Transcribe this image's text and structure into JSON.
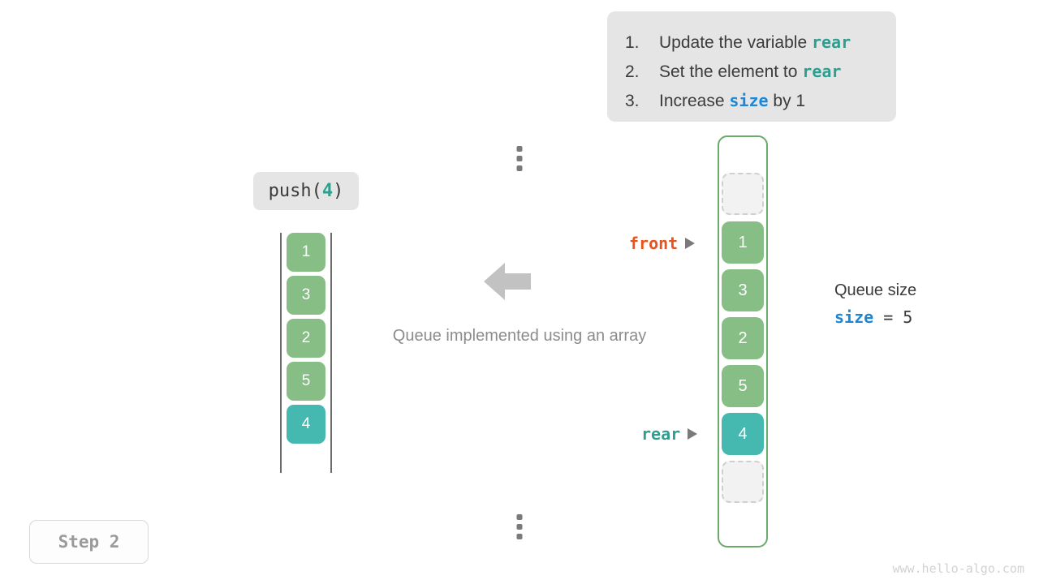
{
  "instructions": {
    "steps": [
      {
        "num": "1.",
        "pre": "Update the variable ",
        "code": "rear",
        "code_kind": "rear",
        "post": ""
      },
      {
        "num": "2.",
        "pre": "Set the element to ",
        "code": "rear",
        "code_kind": "rear",
        "post": ""
      },
      {
        "num": "3.",
        "pre": "Increase ",
        "code": "size",
        "code_kind": "size",
        "post": " by 1"
      }
    ]
  },
  "operation": {
    "prefix": "push(",
    "argument": "4",
    "suffix": ")"
  },
  "left_array": {
    "values": [
      "1",
      "3",
      "2",
      "5",
      "4"
    ],
    "highlight_index": 4
  },
  "center": {
    "caption": "Queue implemented using an array",
    "arrow": "arrow-left-icon"
  },
  "queue": {
    "slots": [
      {
        "kind": "dots",
        "value": ""
      },
      {
        "kind": "empty",
        "value": ""
      },
      {
        "kind": "green",
        "value": "1"
      },
      {
        "kind": "green",
        "value": "3"
      },
      {
        "kind": "green",
        "value": "2"
      },
      {
        "kind": "green",
        "value": "5"
      },
      {
        "kind": "teal",
        "value": "4"
      },
      {
        "kind": "empty",
        "value": ""
      },
      {
        "kind": "dots",
        "value": ""
      }
    ],
    "pointers": {
      "front": "front",
      "rear": "rear"
    }
  },
  "size_readout": {
    "title": "Queue size",
    "variable": "size",
    "operator": " = ",
    "value": "5"
  },
  "step_badge": {
    "label": "Step 2"
  },
  "watermark": {
    "text": "www.hello-algo.com"
  },
  "colors": {
    "green": "#86be86",
    "teal": "#45b8b0",
    "front": "#e8541e",
    "rear": "#2e9e8f",
    "size": "#1d87d6",
    "card_bg": "#e5e5e5",
    "container_border": "#6aaa6a",
    "muted": "#8c8c8c"
  }
}
